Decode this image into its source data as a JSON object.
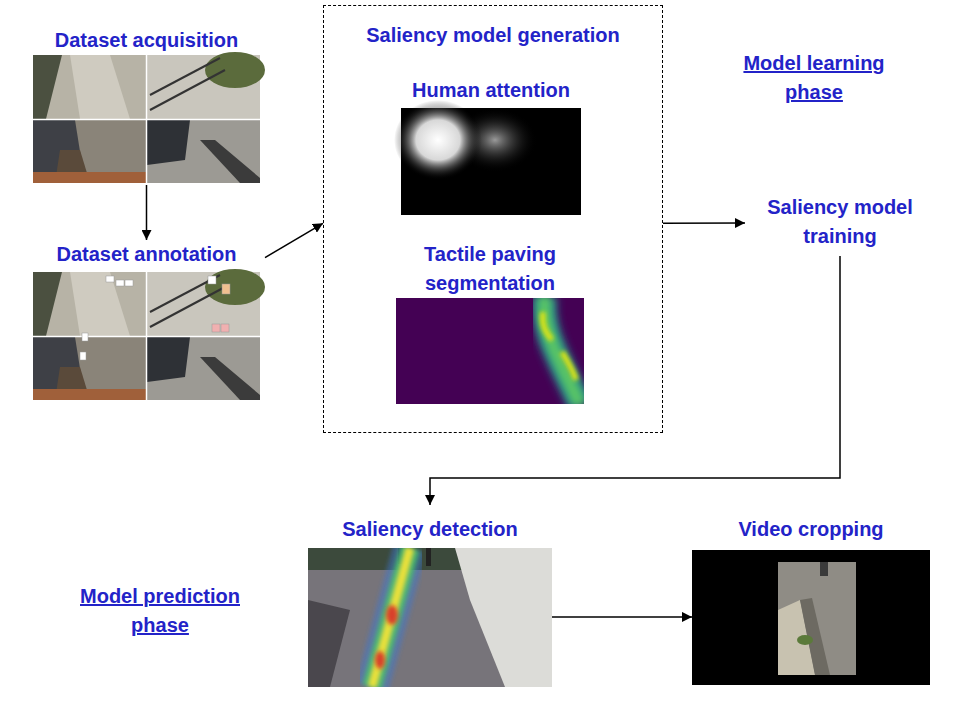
{
  "diagram": {
    "nodes": [
      {
        "text": [
          "Dataset acquisition"
        ]
      },
      {
        "text": [
          "Dataset annotation"
        ]
      },
      {
        "text": [
          "Saliency model generation"
        ]
      },
      {
        "text": [
          "Human attention"
        ],
        "in": 2
      },
      {
        "text": [
          "Tactile paving segmentation"
        ],
        "in": 2
      },
      {
        "text": [
          "Saliency model training"
        ]
      },
      {
        "text": [
          "Saliency detection"
        ]
      },
      {
        "text": [
          "Video cropping"
        ]
      }
    ],
    "edges": [
      {
        "from": 0,
        "to": 1,
        "arrow": "to"
      },
      {
        "from": 1,
        "to": 2,
        "arrow": "to"
      },
      {
        "from": 2,
        "to": 5,
        "arrow": "to"
      },
      {
        "from": 5,
        "to": 6,
        "arrow": "to"
      },
      {
        "from": 6,
        "to": 7,
        "arrow": "to"
      }
    ],
    "labels": [
      "Model learning phase",
      "Model prediction phase"
    ]
  }
}
